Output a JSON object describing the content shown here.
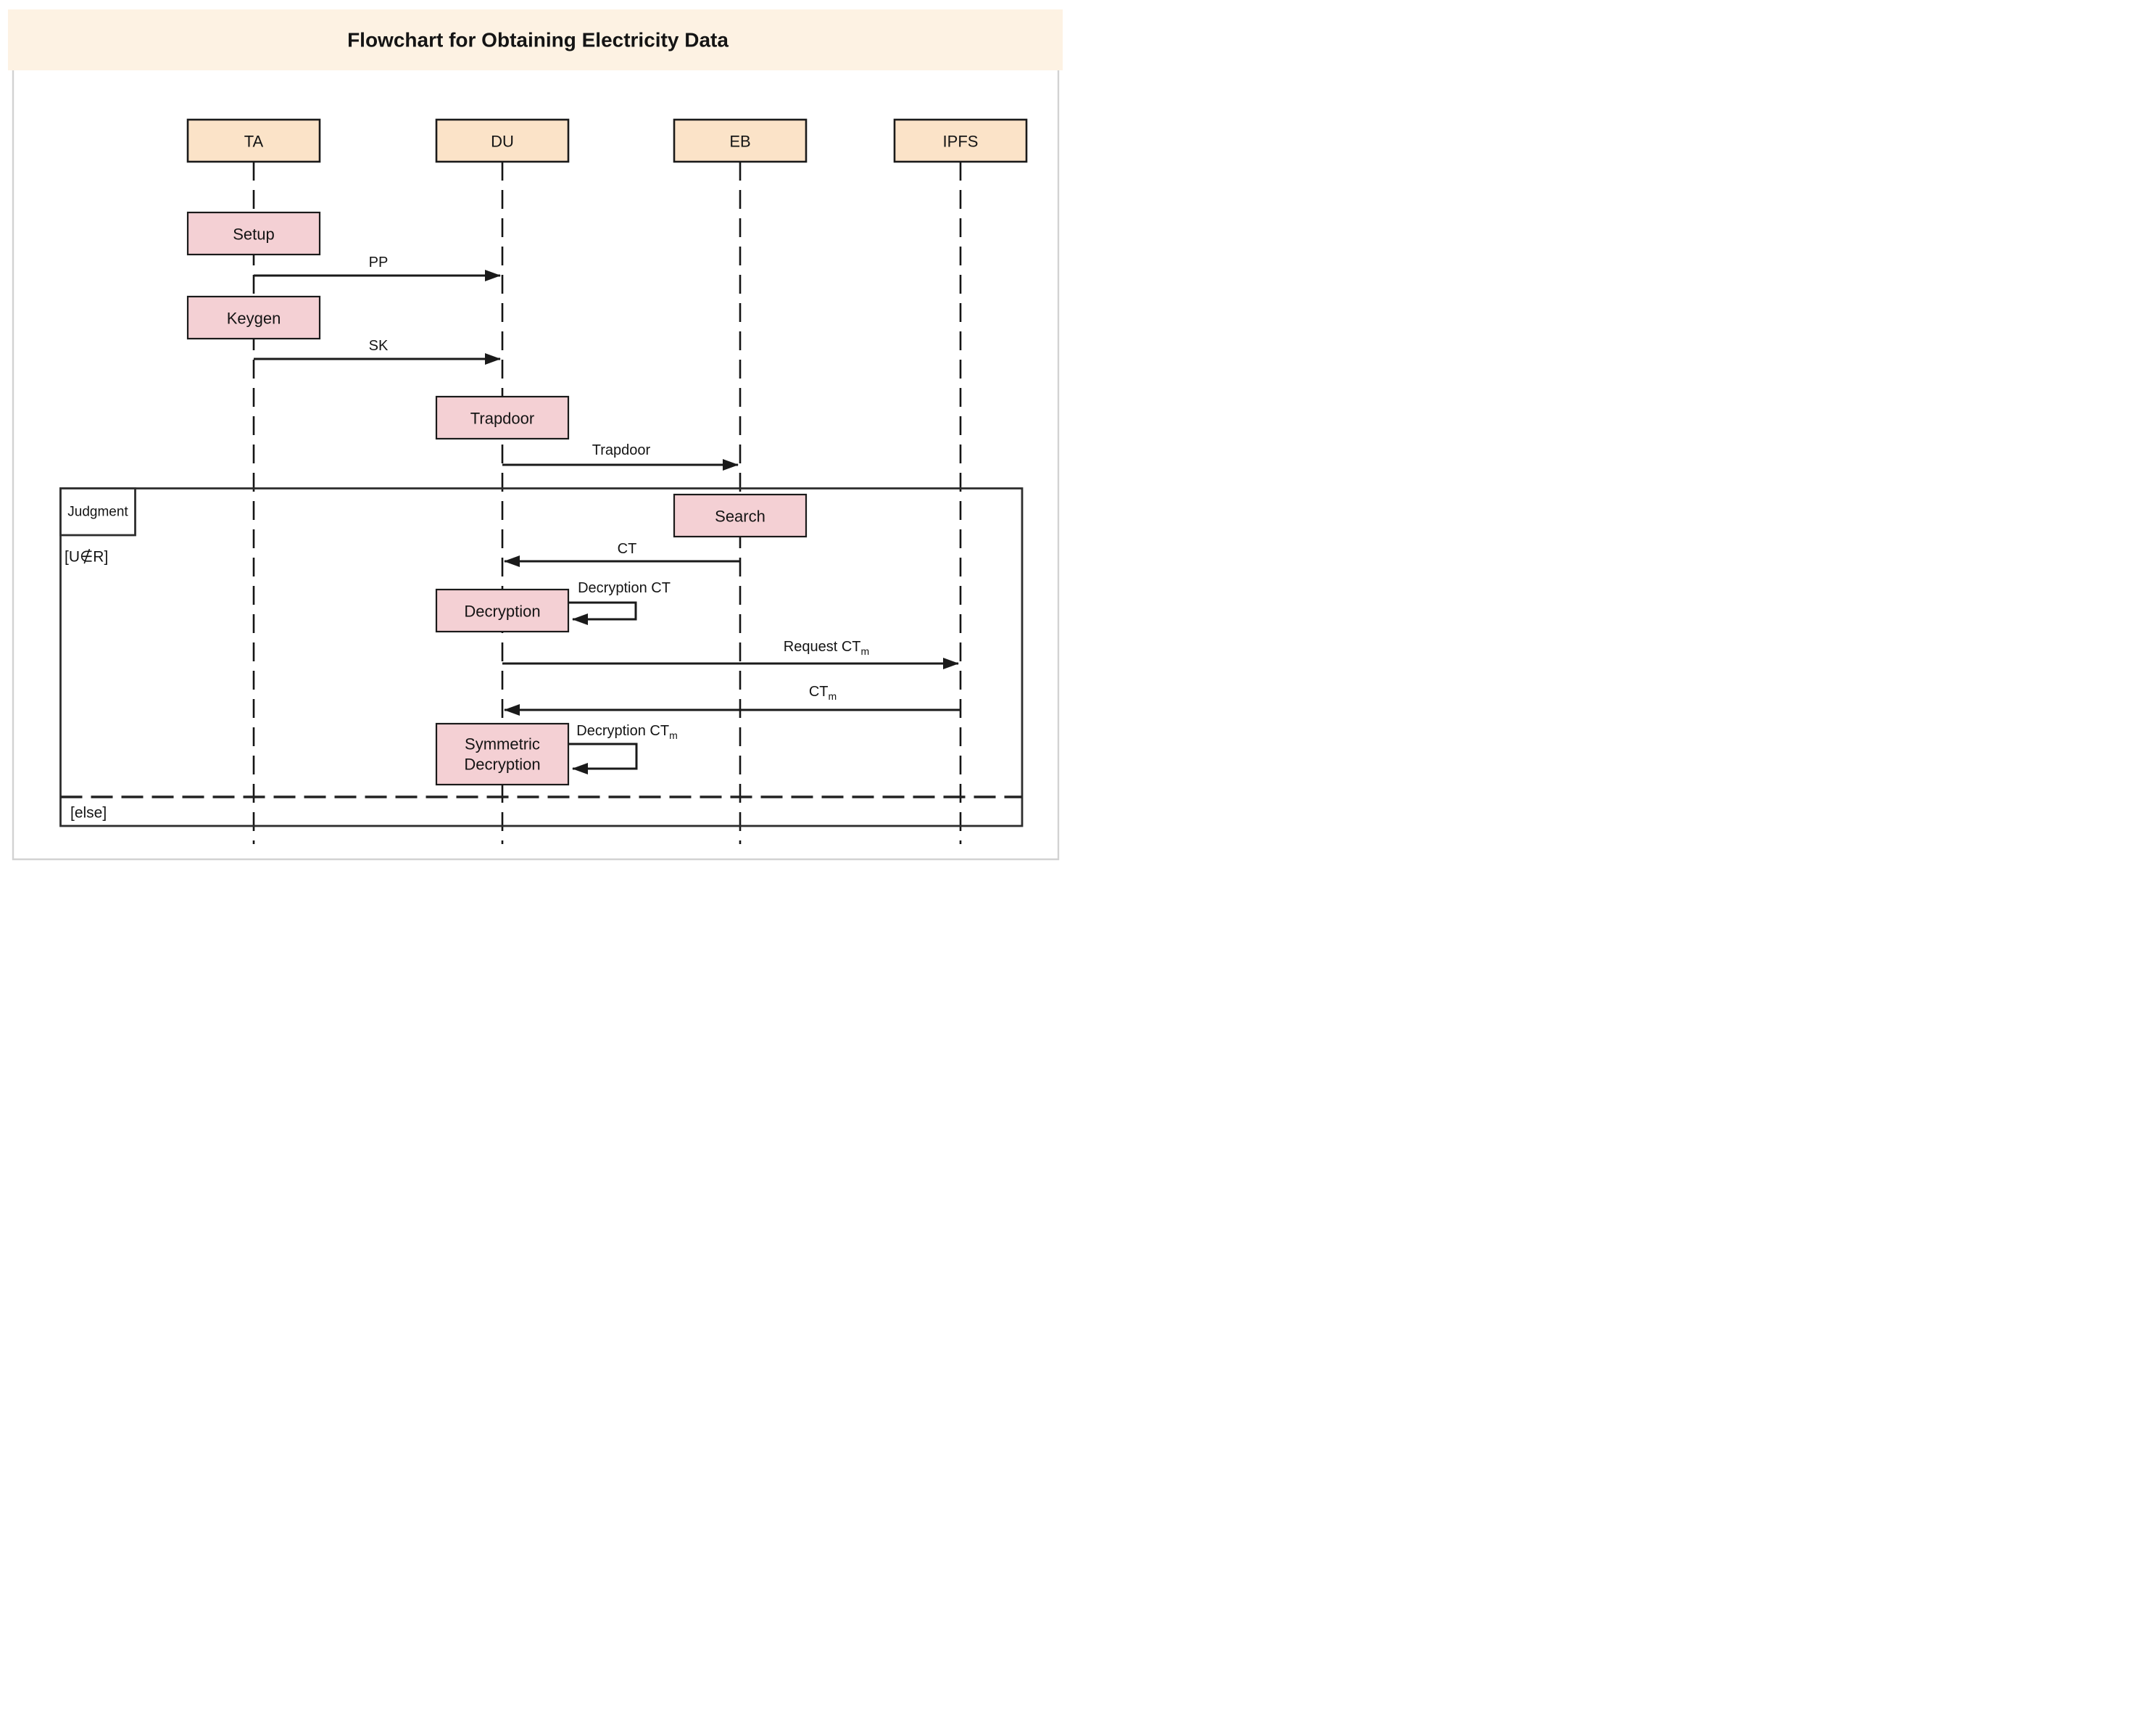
{
  "title": "Flowchart for Obtaining Electricity Data",
  "actors": {
    "ta": "TA",
    "du": "DU",
    "eb": "EB",
    "ipfs": "IPFS"
  },
  "activities": {
    "setup": "Setup",
    "keygen": "Keygen",
    "trapdoor": "Trapdoor",
    "search": "Search",
    "decryption": "Decryption",
    "symmetric_decryption_line1": "Symmetric",
    "symmetric_decryption_line2": "Decryption"
  },
  "flows": [
    {
      "from": "TA",
      "to": "DU",
      "label": "PP"
    },
    {
      "from": "TA",
      "to": "DU",
      "label": "SK"
    },
    {
      "from": "DU",
      "to": "EB",
      "label": "Trapdoor"
    },
    {
      "from": "EB",
      "to": "DU",
      "label": "CT"
    },
    {
      "from": "DU",
      "to": "DU",
      "label": "Decryption CT"
    },
    {
      "from": "DU",
      "to": "IPFS",
      "label": "Request CT",
      "label_sub": "m"
    },
    {
      "from": "IPFS",
      "to": "DU",
      "label": "CT",
      "label_sub": "m"
    },
    {
      "from": "DU",
      "to": "DU",
      "label": "Decryption CT",
      "label_sub": "m"
    }
  ],
  "frame": {
    "label": "Judgment",
    "guard_in": "[U∉R]",
    "guard_else": "[else]"
  },
  "colors": {
    "title_bar": "#fdf2e3",
    "actor_fill": "#fbe3c8",
    "activity_fill": "#f4d0d4",
    "line": "#1a1a1a",
    "frame_border": "#2d2d2d",
    "outer_border": "#d2d2d2",
    "background": "#ffffff"
  }
}
